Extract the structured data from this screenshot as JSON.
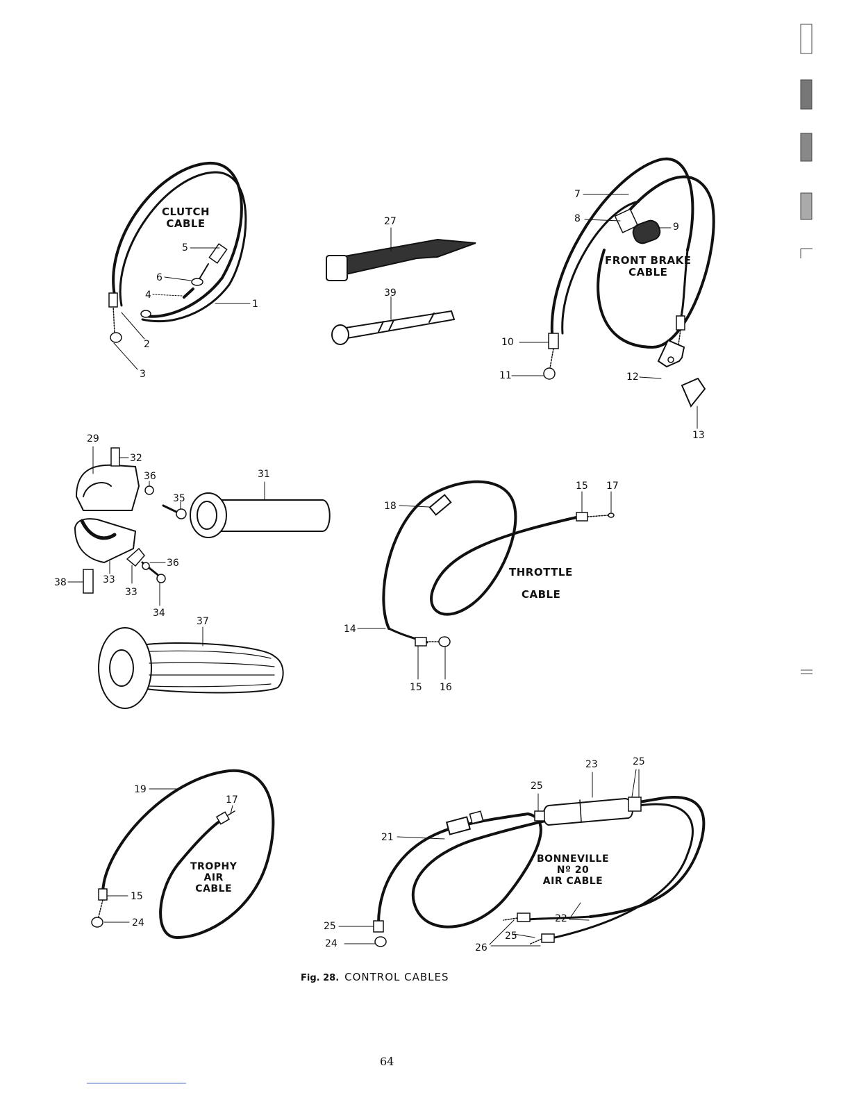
{
  "labels": {
    "clutch": [
      "CLUTCH",
      "CABLE"
    ],
    "front_brake": [
      "FRONT BRAKE",
      "CABLE"
    ],
    "throttle": [
      "THROTTLE",
      "CABLE"
    ],
    "trophy": [
      "TROPHY",
      "AIR",
      "CABLE"
    ],
    "bonneville": [
      "BONNEVILLE",
      "Nº 20",
      "AIR CABLE"
    ]
  },
  "parts": {
    "p1": "1",
    "p2": "2",
    "p3": "3",
    "p4": "4",
    "p5": "5",
    "p6": "6",
    "p7": "7",
    "p8": "8",
    "p9": "9",
    "p10": "10",
    "p11": "11",
    "p12": "12",
    "p13": "13",
    "p27": "27",
    "p39": "39",
    "p29": "29",
    "p32": "32",
    "p36a": "36",
    "p35": "35",
    "p31": "31",
    "p36b": "36",
    "p38": "38",
    "p33a": "33",
    "p33b": "33",
    "p34": "34",
    "p37": "37",
    "p18": "18",
    "p15a": "15",
    "p17a": "17",
    "p14": "14",
    "p15b": "15",
    "p16": "16",
    "p19": "19",
    "p17b": "17",
    "p15c": "15",
    "p24a": "24",
    "p23": "23",
    "p25a": "25",
    "p25b": "25",
    "p21": "21",
    "p22": "22",
    "p25c": "25",
    "p24b": "24",
    "p25d": "25",
    "p26": "26"
  },
  "caption": {
    "fig": "Fig. 28.",
    "title": "CONTROL CABLES"
  },
  "page_number": "64"
}
